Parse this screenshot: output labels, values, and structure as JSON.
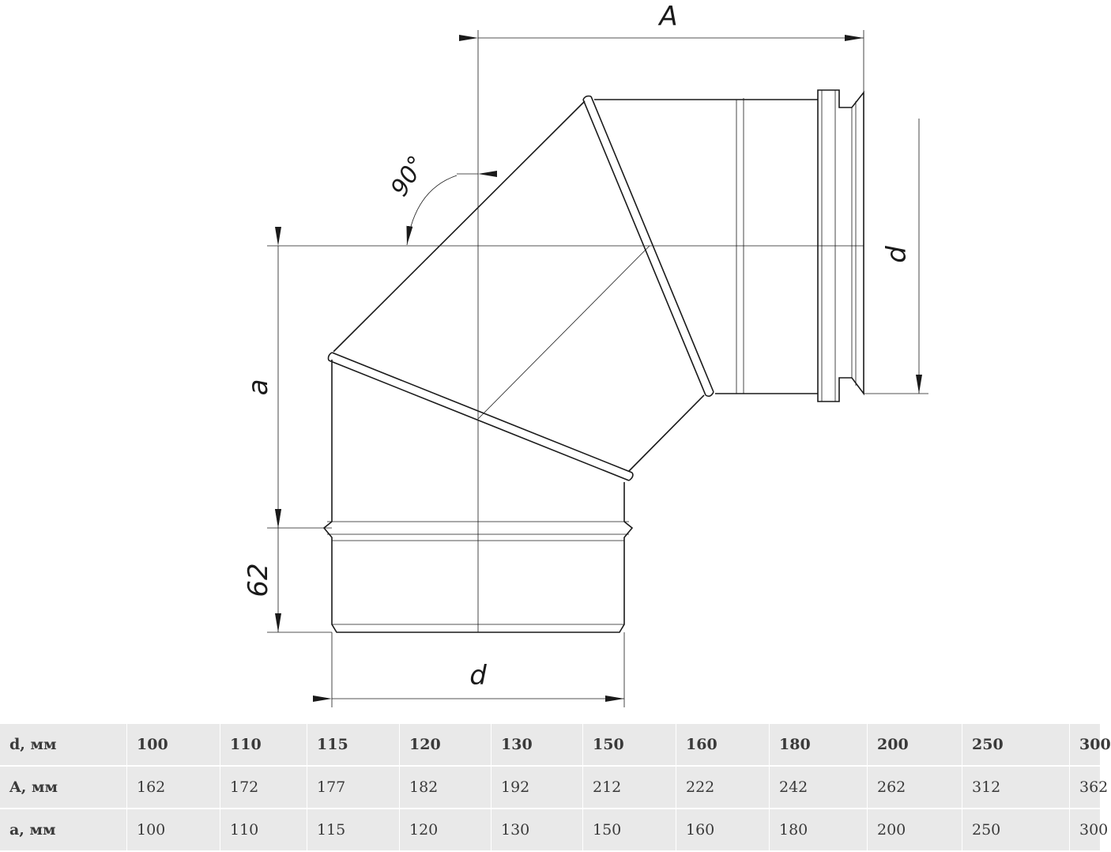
{
  "drawing": {
    "labels": {
      "A": "A",
      "d_right": "d",
      "d_bottom": "d",
      "a": "a",
      "height_62": "62",
      "angle": "90°"
    }
  },
  "table": {
    "rows": [
      {
        "label": "d, мм",
        "values": [
          "100",
          "110",
          "115",
          "120",
          "130",
          "150",
          "160",
          "180",
          "200",
          "250",
          "300"
        ]
      },
      {
        "label": "A, мм",
        "values": [
          "162",
          "172",
          "177",
          "182",
          "192",
          "212",
          "222",
          "242",
          "262",
          "312",
          "362"
        ]
      },
      {
        "label": "a, мм",
        "values": [
          "100",
          "110",
          "115",
          "120",
          "130",
          "150",
          "160",
          "180",
          "200",
          "250",
          "300"
        ]
      }
    ]
  }
}
